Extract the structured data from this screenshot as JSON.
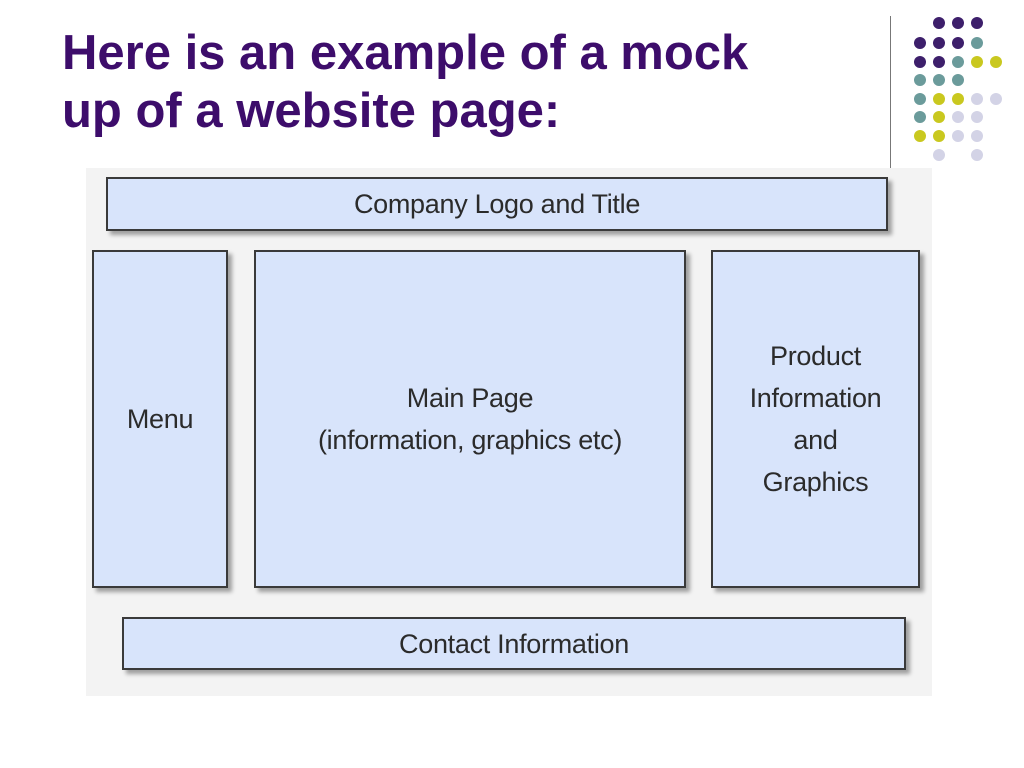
{
  "slide": {
    "title_lines": [
      "Here is an example of a mock",
      "up of a website page:"
    ],
    "colors": {
      "title": "#3d0d6b",
      "dot_purple": "#3d1f6b",
      "dot_teal": "#6b9b9b",
      "dot_yellow": "#c9c81f",
      "dot_lavender": "#d3d3e6",
      "box_fill": "#d8e4fb",
      "box_border": "#3a3a3a"
    }
  },
  "mockup": {
    "header": {
      "label": "Company Logo and Title"
    },
    "menu": {
      "label": "Menu"
    },
    "main": {
      "label": "Main Page\n(information, graphics etc)"
    },
    "product": {
      "label": "Product\nInformation\nand\nGraphics"
    },
    "footer": {
      "label": "Contact Information"
    }
  }
}
